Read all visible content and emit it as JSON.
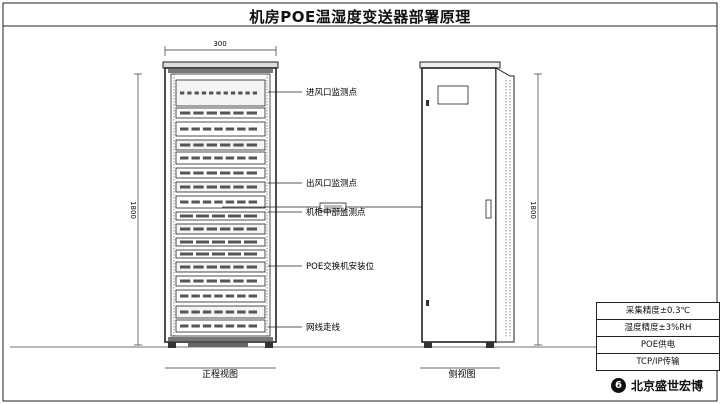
{
  "title": "机房POE温湿度变送器部署原理",
  "front_view": {
    "caption": "正程视图",
    "width_label": "300",
    "height_label": "1800"
  },
  "side_view": {
    "caption": "侧视图",
    "height_label": "1800"
  },
  "callouts": [
    "进风口监测点",
    "出风口监测点",
    "机柜中部监测点",
    "POE交换机安装位",
    "网线走线"
  ],
  "specs": [
    "采集精度±0.3℃",
    "湿度精度±3%RH",
    "POE供电",
    "TCP/IP传输"
  ],
  "brand": {
    "name": "北京盛世宏博",
    "logo": "6"
  },
  "colors": {
    "line": "#222222",
    "fill_dark": "#555555"
  }
}
